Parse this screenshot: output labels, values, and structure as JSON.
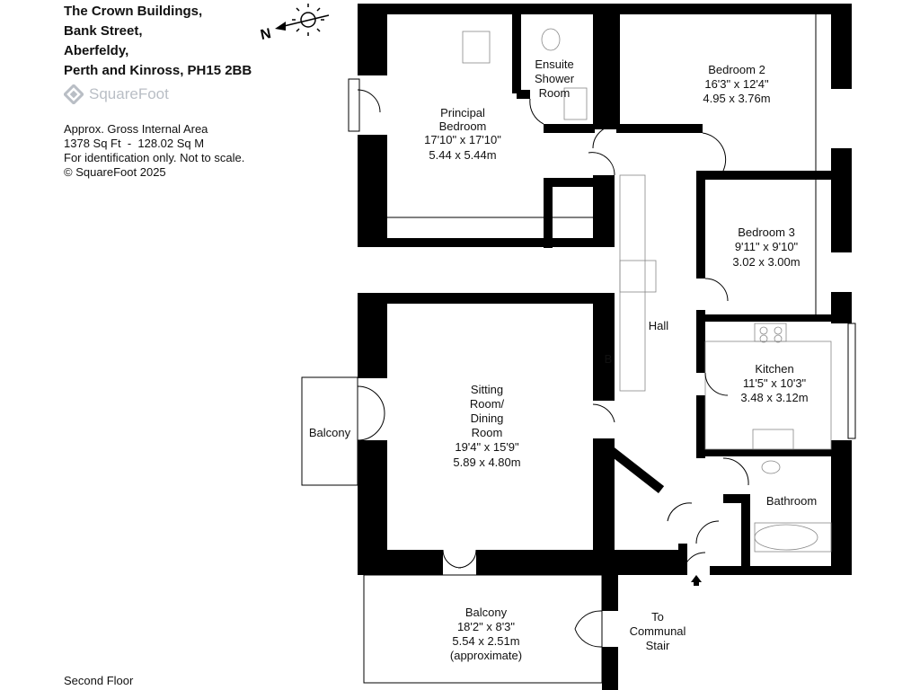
{
  "header": {
    "line1": "The Crown Buildings,",
    "line2": "Bank Street,",
    "line3": "Aberfeldy,",
    "line4": "Perth and Kinross, PH15 2BB"
  },
  "brand": {
    "name": "SquareFoot",
    "color": "#b9bec5"
  },
  "meta": {
    "area_label": "Approx. Gross Internal Area",
    "area_value": "1378 Sq Ft  -  128.02 Sq M",
    "disclaimer": "For identification only. Not to scale.",
    "copyright": "© SquareFoot 2025"
  },
  "compass": {
    "letter": "N"
  },
  "floor_label": "Second Floor",
  "rooms": {
    "principal_bedroom": {
      "name1": "Principal",
      "name2": "Bedroom",
      "imperial": "17'10\" x 17'10\"",
      "metric": "5.44 x 5.44m"
    },
    "ensuite": {
      "name1": "Ensuite",
      "name2": "Shower",
      "name3": "Room"
    },
    "bedroom2": {
      "name": "Bedroom 2",
      "imperial": "16'3\" x 12'4\"",
      "metric": "4.95 x 3.76m"
    },
    "bedroom3": {
      "name": "Bedroom 3",
      "imperial": "9'11\" x 9'10\"",
      "metric": "3.02 x 3.00m"
    },
    "sitting": {
      "name1": "Sitting",
      "name2": "Room/",
      "name3": "Dining",
      "name4": "Room",
      "imperial": "19'4\" x 15'9\"",
      "metric": "5.89 x 4.80m"
    },
    "kitchen": {
      "name": "Kitchen",
      "imperial": "11'5\" x 10'3\"",
      "metric": "3.48 x 3.12m"
    },
    "bathroom": {
      "name": "Bathroom"
    },
    "hall": {
      "name": "Hall"
    },
    "balcony_side": {
      "name": "Balcony"
    },
    "balcony_main": {
      "name": "Balcony",
      "imperial": "18'2\" x 8'3\"",
      "metric": "5.54 x 2.51m",
      "note": "(approximate)"
    },
    "cupboard": {
      "name": "B"
    },
    "stair": {
      "line1": "To",
      "line2": "Communal",
      "line3": "Stair"
    }
  }
}
